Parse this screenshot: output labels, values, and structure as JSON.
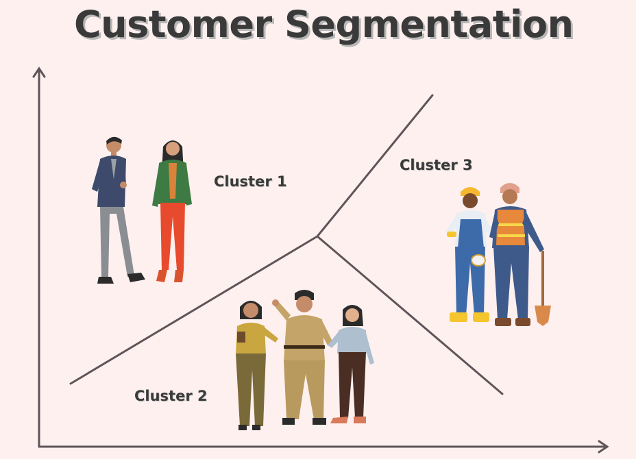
{
  "title": "Customer Segmentation",
  "clusters": [
    {
      "label": "Cluster 1",
      "group": "business-professionals"
    },
    {
      "label": "Cluster 2",
      "group": "office-workers"
    },
    {
      "label": "Cluster 3",
      "group": "construction-workers"
    }
  ],
  "colors": {
    "background": "#fdf0ee",
    "text": "#3a3a3a",
    "lines": "#5e5459"
  }
}
